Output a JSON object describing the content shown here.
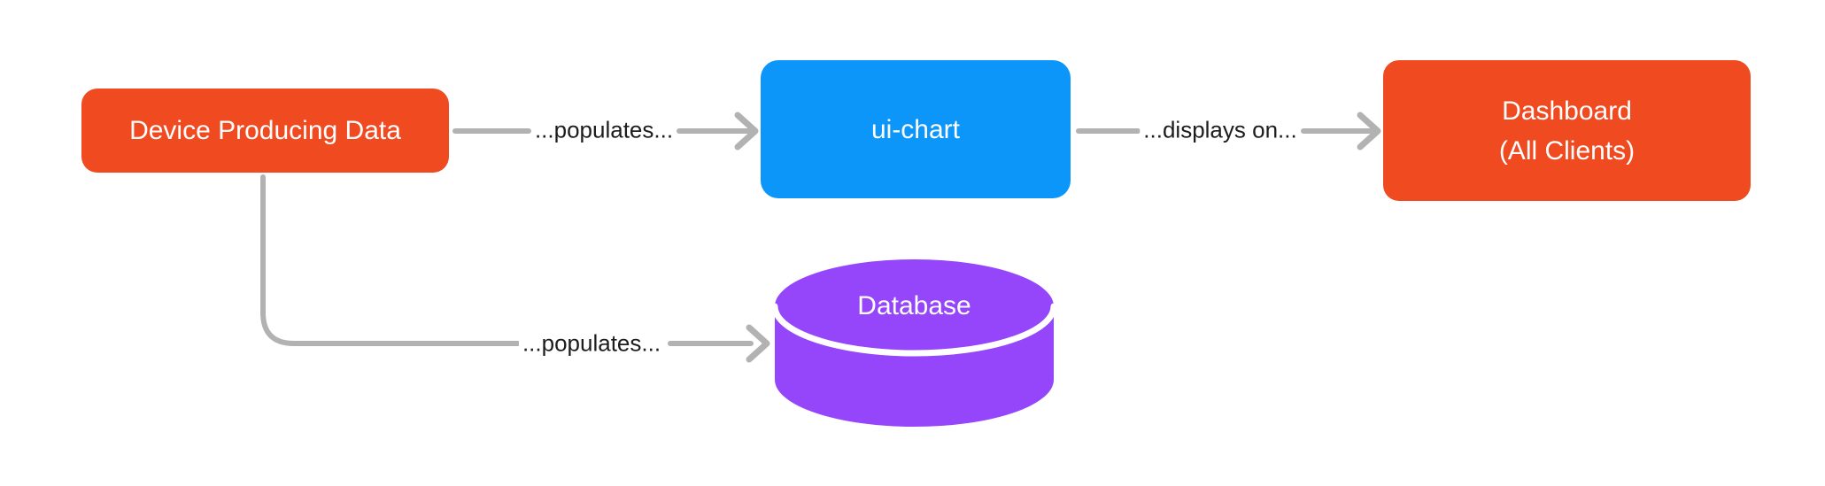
{
  "diagram": {
    "nodes": {
      "device": {
        "label": "Device Producing Data",
        "color": "#F04A21",
        "text_color": "#FFFFFF"
      },
      "ui_chart": {
        "label": "ui-chart",
        "color": "#0D96FA",
        "text_color": "#FFFFFF"
      },
      "dashboard": {
        "label_line1": "Dashboard",
        "label_line2": "(All Clients)",
        "color": "#F04A21",
        "text_color": "#FFFFFF"
      },
      "database": {
        "label": "Database",
        "shape": "cylinder",
        "color": "#9546FB",
        "divider_color": "#FFFFFF",
        "text_color": "#FFFFFF"
      }
    },
    "edges": {
      "device_to_uichart": {
        "label": "...populates..."
      },
      "uichart_to_dashboard": {
        "label": "...displays on..."
      },
      "device_to_database": {
        "label": "...populates..."
      }
    },
    "colors": {
      "background": "#FFFFFF",
      "connector": "#B2B2B2",
      "edge_label_text": "#1D1D1F"
    }
  }
}
